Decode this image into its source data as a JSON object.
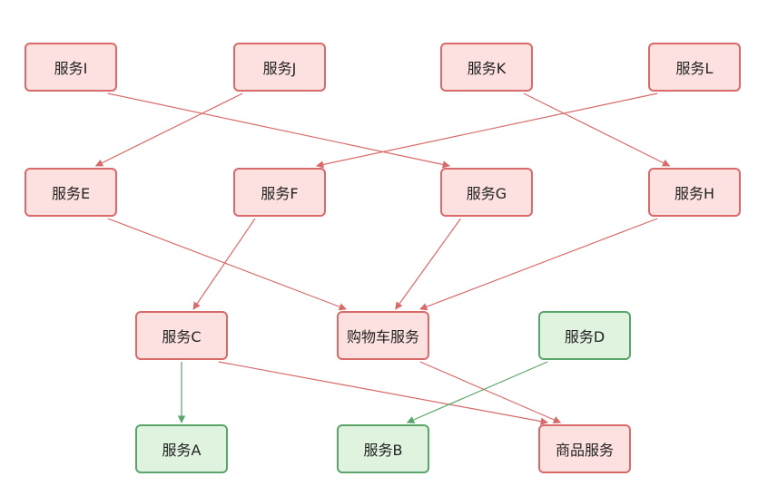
{
  "colors": {
    "red_edge": "#d86a6a",
    "green_edge": "#5aa66a",
    "red_fill": "#fde1e1",
    "green_fill": "#dff3df"
  },
  "nodes": {
    "I": "服务I",
    "J": "服务J",
    "K": "服务K",
    "L": "服务L",
    "E": "服务E",
    "F": "服务F",
    "G": "服务G",
    "H": "服务H",
    "C": "服务C",
    "cart": "购物车服务",
    "D": "服务D",
    "A": "服务A",
    "B": "服务B",
    "goods": "商品服务"
  },
  "edges": [
    {
      "from": "I",
      "to": "G",
      "color": "red"
    },
    {
      "from": "J",
      "to": "E",
      "color": "red"
    },
    {
      "from": "K",
      "to": "H",
      "color": "red"
    },
    {
      "from": "L",
      "to": "F",
      "color": "red"
    },
    {
      "from": "E",
      "to": "cart",
      "color": "red"
    },
    {
      "from": "F",
      "to": "C",
      "color": "red"
    },
    {
      "from": "G",
      "to": "cart",
      "color": "red"
    },
    {
      "from": "H",
      "to": "cart",
      "color": "red"
    },
    {
      "from": "C",
      "to": "A",
      "color": "green"
    },
    {
      "from": "C",
      "to": "goods",
      "color": "red"
    },
    {
      "from": "cart",
      "to": "goods",
      "color": "red"
    },
    {
      "from": "D",
      "to": "B",
      "color": "green"
    }
  ]
}
